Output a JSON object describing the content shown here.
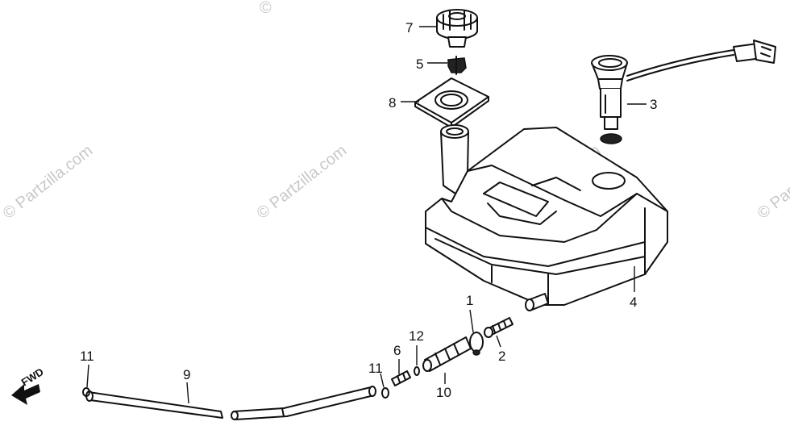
{
  "watermarks": {
    "copyright_top": "©",
    "site": "© Partzilla.com"
  },
  "fwd_label": "FWD",
  "callouts": {
    "p1": "1",
    "p2": "2",
    "p3": "3",
    "p4": "4",
    "p5": "5",
    "p6": "6",
    "p7": "7",
    "p8": "8",
    "p9": "9",
    "p10": "10",
    "p11a": "11",
    "p11b": "11",
    "p12": "12"
  }
}
